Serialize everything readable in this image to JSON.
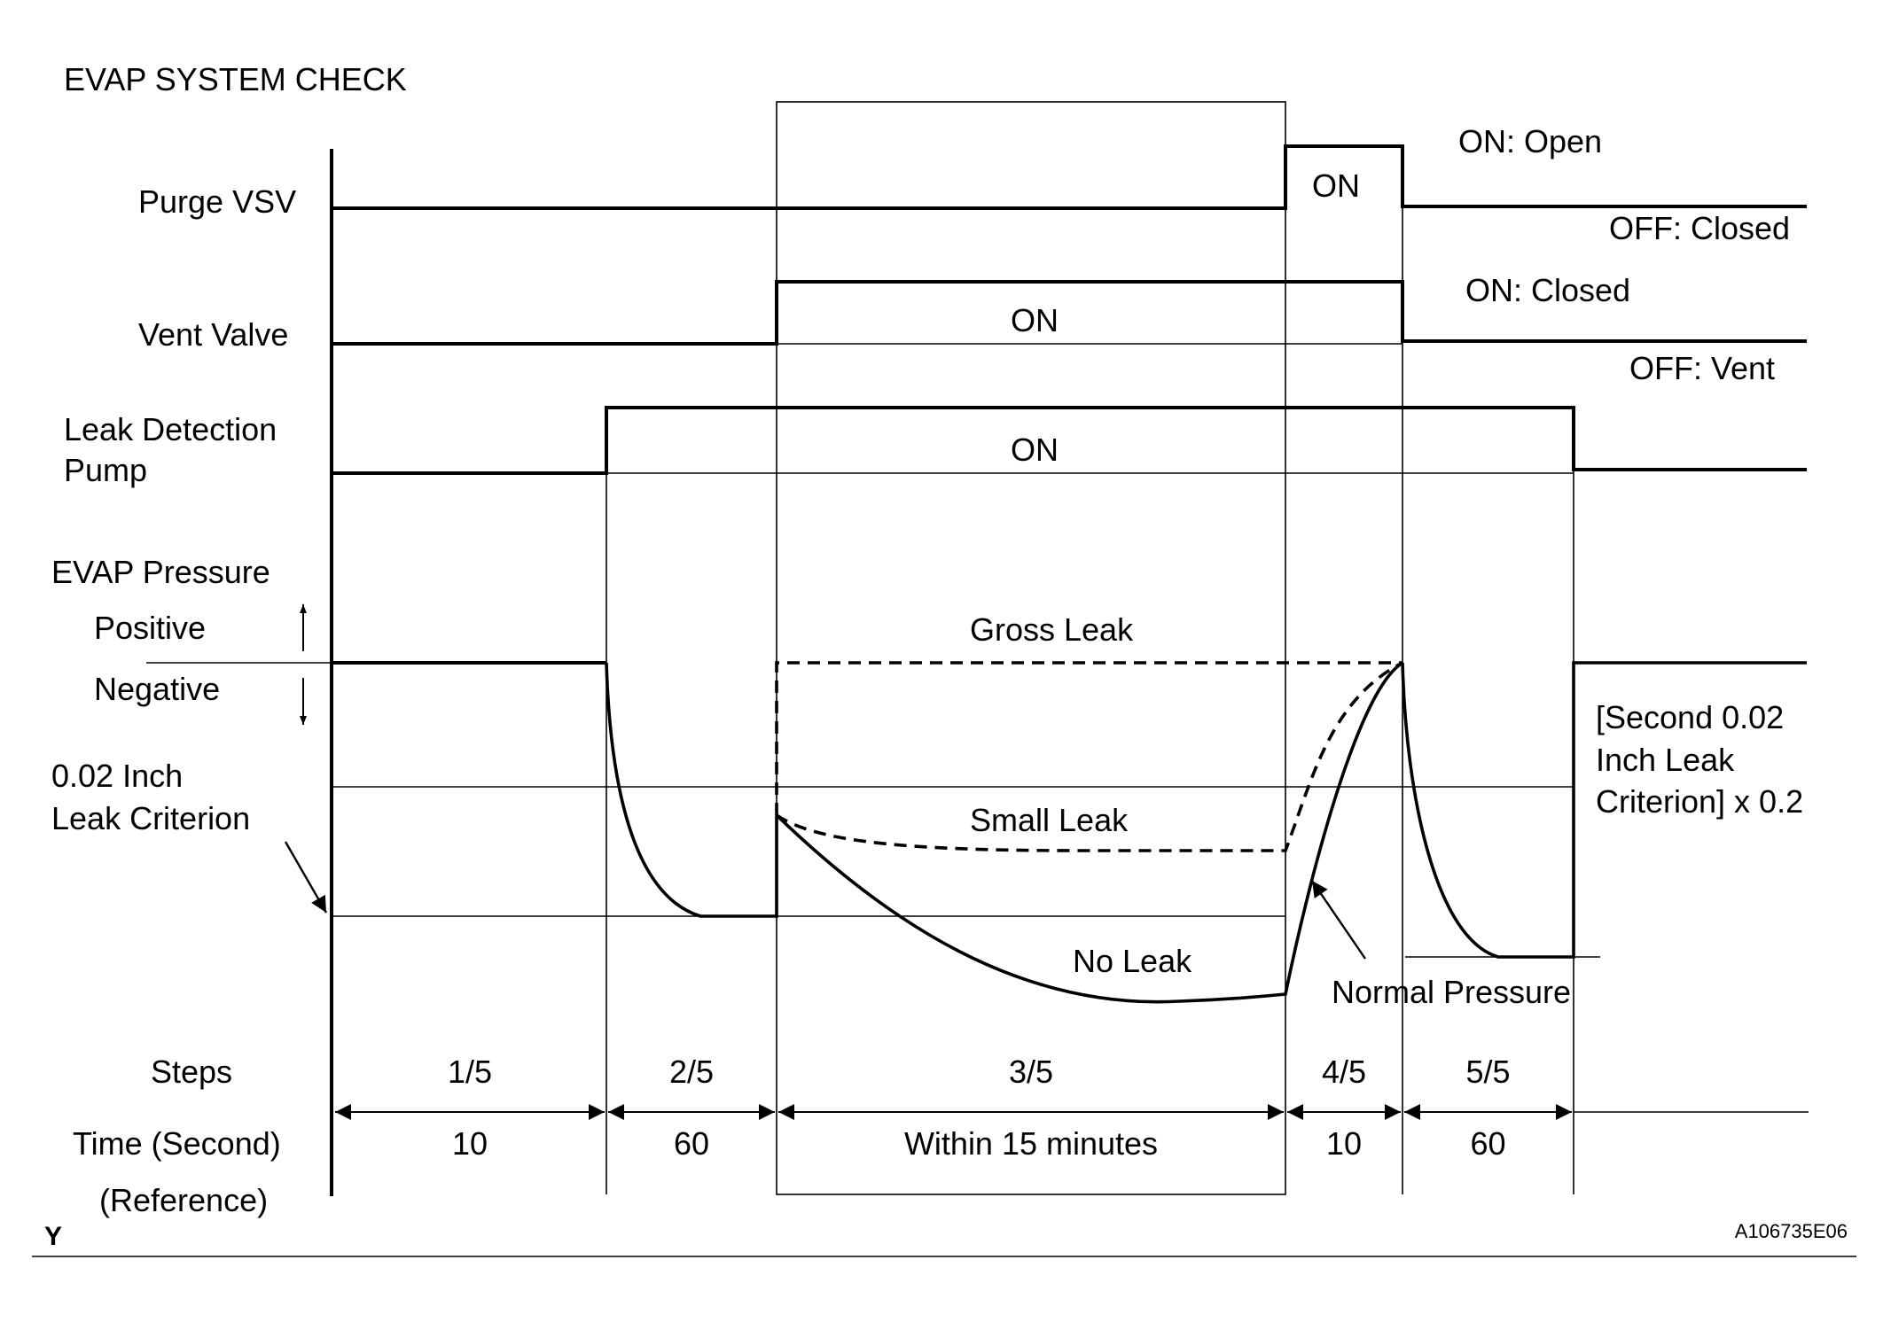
{
  "title": "EVAP SYSTEM CHECK",
  "signals": {
    "purge_vsv": {
      "label": "Purge VSV",
      "on_box": "ON",
      "on_state": "ON: Open",
      "off_state": "OFF: Closed"
    },
    "vent_valve": {
      "label": "Vent Valve",
      "on_label": "ON",
      "on_state": "ON: Closed",
      "off_state": "OFF: Vent"
    },
    "leak_pump": {
      "label_line1": "Leak Detection",
      "label_line2": "Pump",
      "on_label": "ON"
    }
  },
  "pressure": {
    "label": "EVAP Pressure",
    "positive": "Positive",
    "negative": "Negative",
    "criterion_line1": "0.02 Inch",
    "criterion_line2": "Leak Criterion",
    "gross_leak": "Gross Leak",
    "small_leak": "Small Leak",
    "no_leak": "No Leak",
    "normal_pressure": "Normal Pressure",
    "second_criterion_line1": "[Second 0.02",
    "second_criterion_line2": "Inch Leak",
    "second_criterion_line3": "Criterion] x 0.2"
  },
  "steps_label": "Steps",
  "time_label": "Time (Second)",
  "reference_label": "(Reference)",
  "steps": [
    {
      "step": "1/5",
      "time": "10"
    },
    {
      "step": "2/5",
      "time": "60"
    },
    {
      "step": "3/5",
      "time": "Within 15 minutes"
    },
    {
      "step": "4/5",
      "time": "10"
    },
    {
      "step": "5/5",
      "time": "60"
    }
  ],
  "corner_letter": "Y",
  "figure_code": "A106735E06"
}
